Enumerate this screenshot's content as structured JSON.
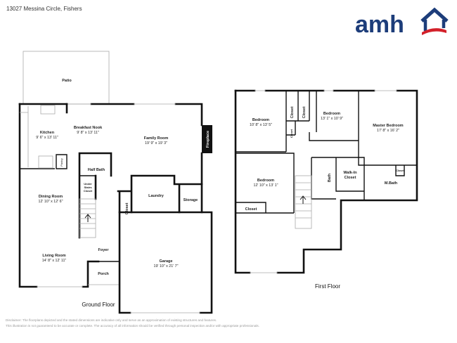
{
  "address": "13027 Messina Circle, Fishers",
  "logo": {
    "text": "amh",
    "colors": {
      "blue": "#1d3d7a",
      "red": "#d3202a"
    }
  },
  "ground_floor": {
    "title": "Ground Floor",
    "rooms": {
      "patio": {
        "name": "Patio"
      },
      "kitchen": {
        "name": "Kitchen",
        "dim": "9' 6\" x 13' 11\""
      },
      "breakfast_nook": {
        "name": "Breakfast Nook",
        "dim": "9' 8\" x 13' 11\""
      },
      "family_room": {
        "name": "Family Room",
        "dim": "19' 9\" x 19' 3\""
      },
      "fireplace": {
        "name": "Fireplace"
      },
      "pantry": {
        "name": "Pantry"
      },
      "half_bath": {
        "name": "Half Bath"
      },
      "under_stairs_closet": {
        "name1": "Under",
        "name2": "Stairs",
        "name3": "Closet"
      },
      "dining_room": {
        "name": "Dining Room",
        "dim": "12' 10\" x 12' 6\""
      },
      "closet": {
        "name": "Closet"
      },
      "laundry": {
        "name": "Laundry"
      },
      "storage": {
        "name": "Storage"
      },
      "foyer": {
        "name": "Foyer"
      },
      "living_room": {
        "name": "Living Room",
        "dim": "14' 8\" x 12' 11\""
      },
      "porch": {
        "name": "Porch"
      },
      "garage": {
        "name": "Garage",
        "dim": "19' 10\" x 21' 7\""
      }
    }
  },
  "first_floor": {
    "title": "First Floor",
    "rooms": {
      "bedroom_1": {
        "name": "Bedroom",
        "dim": "10' 8\" x 13' 5\""
      },
      "closet_1": {
        "name": "Closet"
      },
      "closet_2": {
        "name": "Closet"
      },
      "closet_3": {
        "name": "Closet"
      },
      "bedroom_2": {
        "name": "Bedroom",
        "dim": "13' 1\" x 10' 9\""
      },
      "master_bedroom": {
        "name": "Master Bedroom",
        "dim": "17' 8\" x 16' 2\""
      },
      "bedroom_3": {
        "name": "Bedroom",
        "dim": "12' 10\" x 13' 1\""
      },
      "closet_4": {
        "name": "Closet"
      },
      "bath": {
        "name": "Bath"
      },
      "walk_in_closet": {
        "name1": "Walk-In",
        "name2": "Closet"
      },
      "closet_5": {
        "name": "Closet"
      },
      "m_bath": {
        "name": "M.Bath"
      }
    }
  },
  "disclaimer": {
    "line1": "Disclaimer: The floorplans depicted and the stated dimensions are indicative only and serve as an approximation of existing structures and features.",
    "line2": "This illustration is not guaranteed to be accurate or complete. The accuracy of all information should be verified through personal inspection and/or with appropriate professionals."
  }
}
